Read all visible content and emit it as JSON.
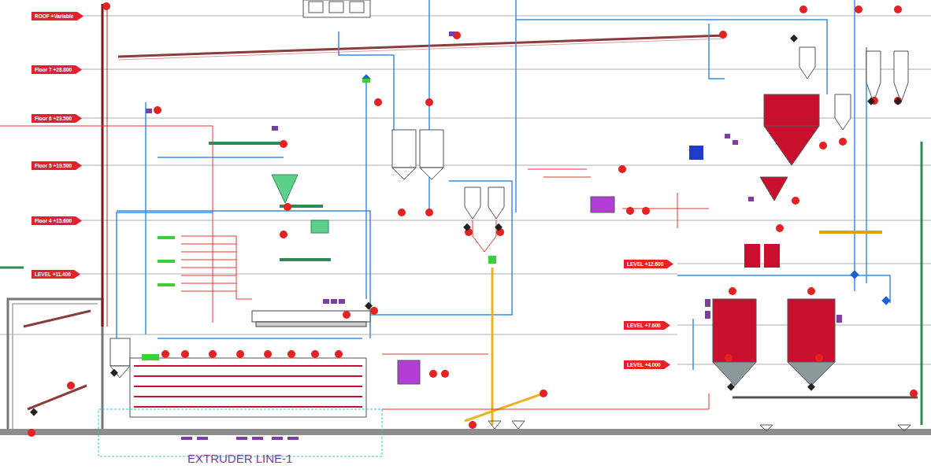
{
  "diagram": {
    "caption": "EXTRUDER LINE-1",
    "nodes": [
      {
        "text": [
          "ROOF +Variable"
        ]
      },
      {
        "text": [
          "Floor 7 +28.800"
        ]
      },
      {
        "text": [
          "Floor 6 +23.500"
        ]
      },
      {
        "text": [
          "Floor 5 +19.500"
        ]
      },
      {
        "text": [
          "Floor 4 +15.600"
        ]
      },
      {
        "text": [
          "LEVEL +11.400"
        ]
      },
      {
        "text": [
          "LEVEL +12.600"
        ]
      },
      {
        "text": [
          "LEVEL +7.600"
        ]
      },
      {
        "text": [
          "LEVEL +4.000"
        ]
      }
    ]
  }
}
